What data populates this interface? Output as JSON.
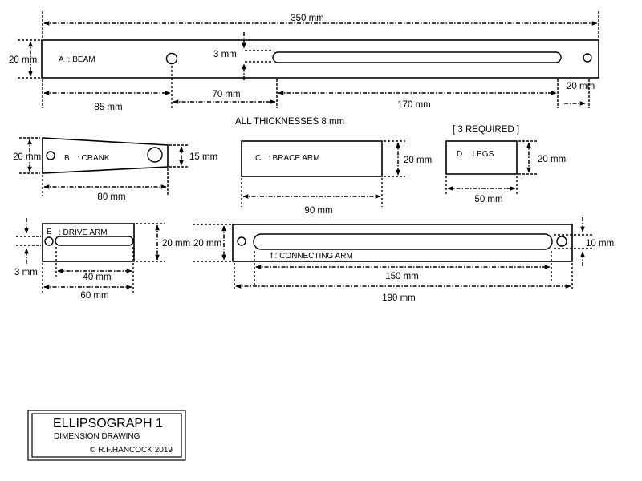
{
  "dimensions": {
    "beam_length": "350 mm",
    "beam_width": "20 mm",
    "slot_width": "3 mm",
    "beam_pos_85": "85 mm",
    "beam_pos_70": "70 mm",
    "beam_slot_170": "170 mm",
    "beam_end_20": "20 mm",
    "crank_width": "20 mm",
    "crank_end": "15 mm",
    "crank_length": "80 mm",
    "brace_width": "20 mm",
    "brace_length": "90 mm",
    "legs_width": "20 mm",
    "legs_length": "50 mm",
    "drive_width": "20 mm",
    "drive_slot_width": "3 mm",
    "drive_slot_length": "40 mm",
    "drive_length": "60 mm",
    "conn_width": "20 mm",
    "conn_slot": "10 mm",
    "conn_slot_length": "150 mm",
    "conn_length": "190 mm"
  },
  "parts": {
    "beam": "A :: BEAM",
    "crank_letter": "B",
    "crank": ": CRANK",
    "brace_letter": "C",
    "brace": ": BRACE ARM",
    "legs_letter": "D",
    "legs": ": LEGS",
    "drive_letter": "E",
    "drive": ": DRIVE ARM",
    "connecting": "f : CONNECTING ARM"
  },
  "notes": {
    "thickness": "ALL THICKNESSES 8 mm",
    "legs_required": "[ 3 REQUIRED ]"
  },
  "title_block": {
    "title": "ELLIPSOGRAPH 1",
    "subtitle": "DIMENSION DRAWING",
    "credit": "© R.F.HANCOCK 2019"
  }
}
